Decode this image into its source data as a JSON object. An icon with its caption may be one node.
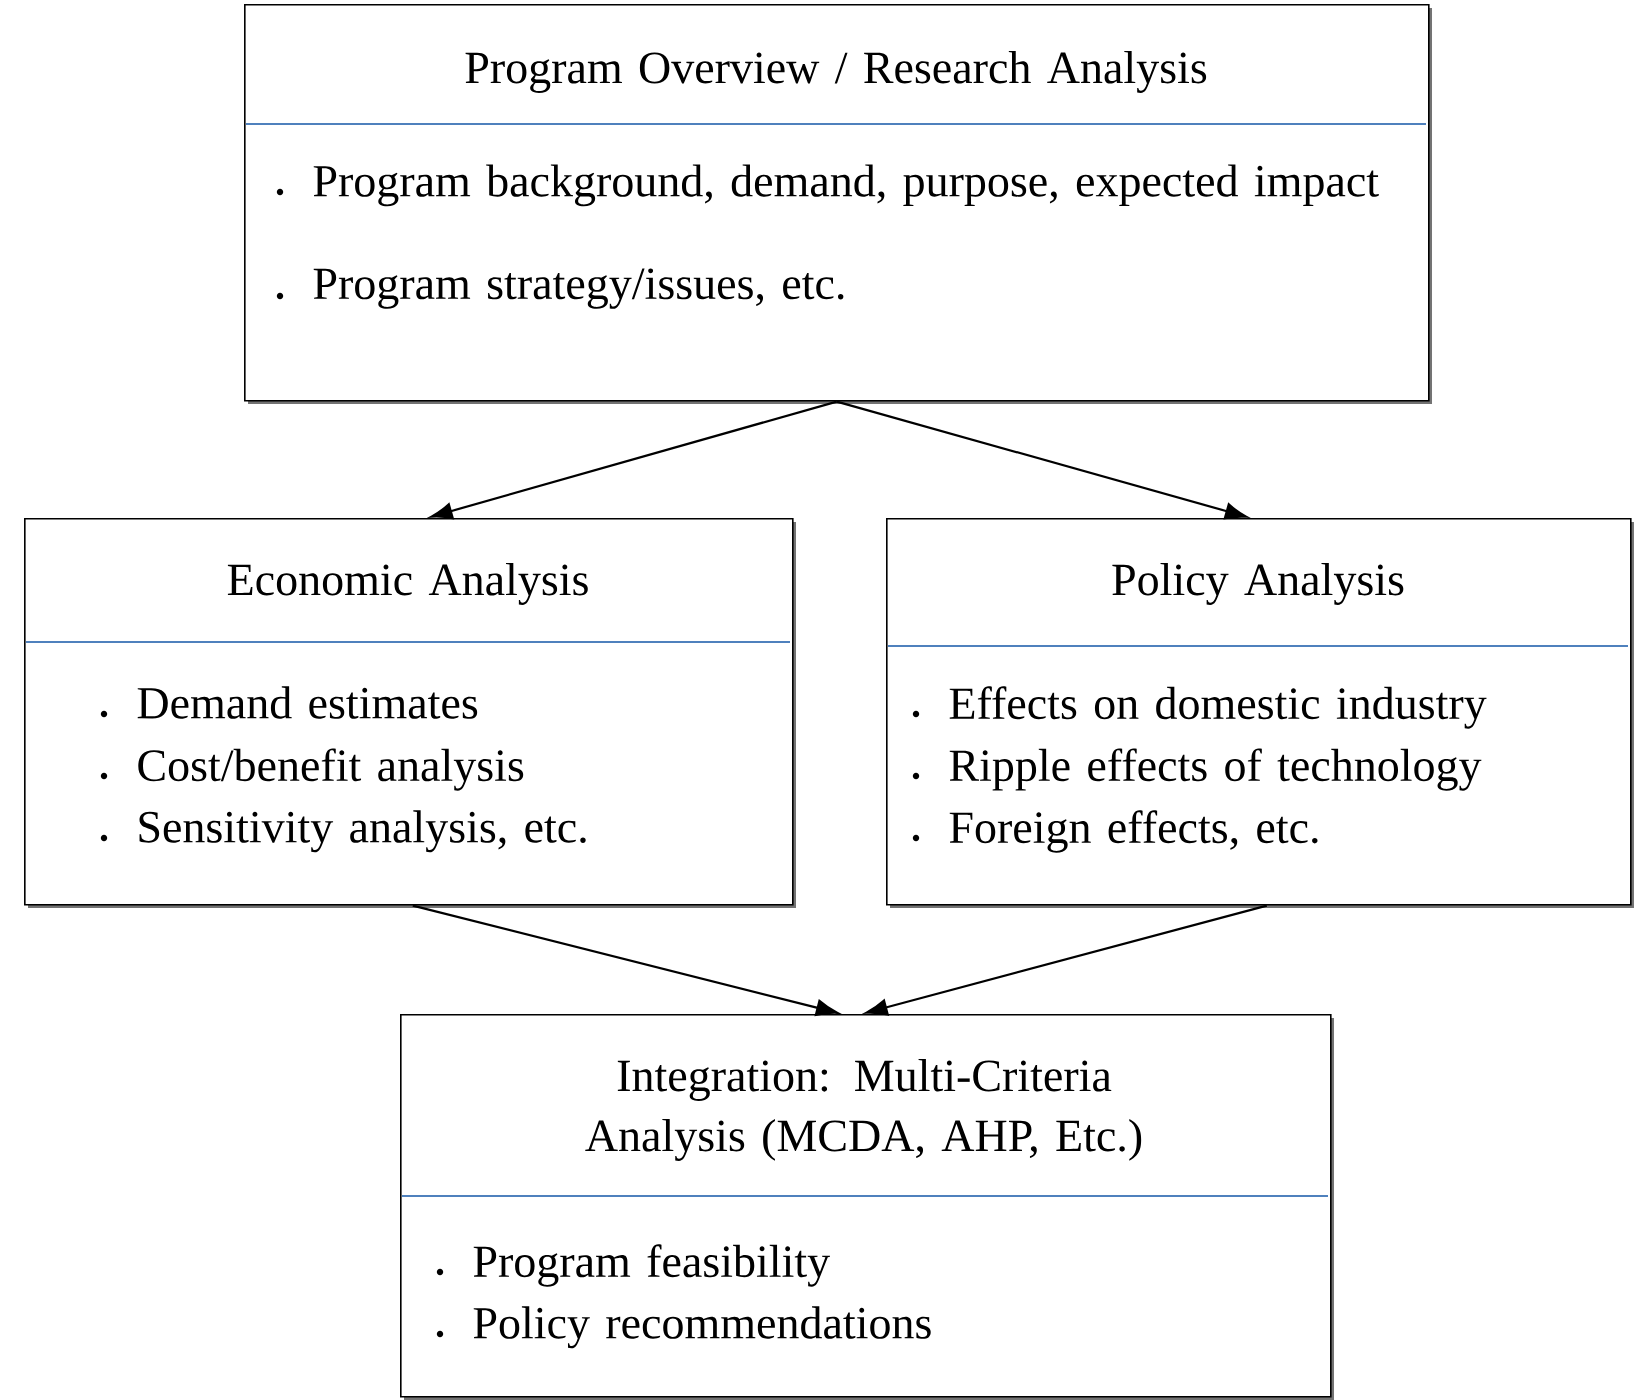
{
  "diagram": {
    "nodes": [
      {
        "text": [
          "Program Overview / Research Analysis",
          "Program background, demand, purpose, expected impact",
          "Program strategy/issues, etc."
        ]
      },
      {
        "text": [
          "Economic Analysis",
          "Demand estimates",
          "Cost/benefit analysis",
          "Sensitivity analysis, etc."
        ]
      },
      {
        "text": [
          "Policy Analysis",
          "Effects on domestic industry",
          "Ripple effects of technology",
          "Foreign effects, etc."
        ]
      },
      {
        "text": [
          "Integration: Multi-Criteria Analysis (MCDA, AHP, Etc.)",
          "Program feasibility",
          "Policy recommendations"
        ]
      }
    ],
    "edges": [
      {
        "from": 0,
        "to": 1,
        "arrow": "to"
      },
      {
        "from": 0,
        "to": 2,
        "arrow": "to"
      },
      {
        "from": 1,
        "to": 3,
        "arrow": "to"
      },
      {
        "from": 2,
        "to": 3,
        "arrow": "to"
      }
    ]
  }
}
